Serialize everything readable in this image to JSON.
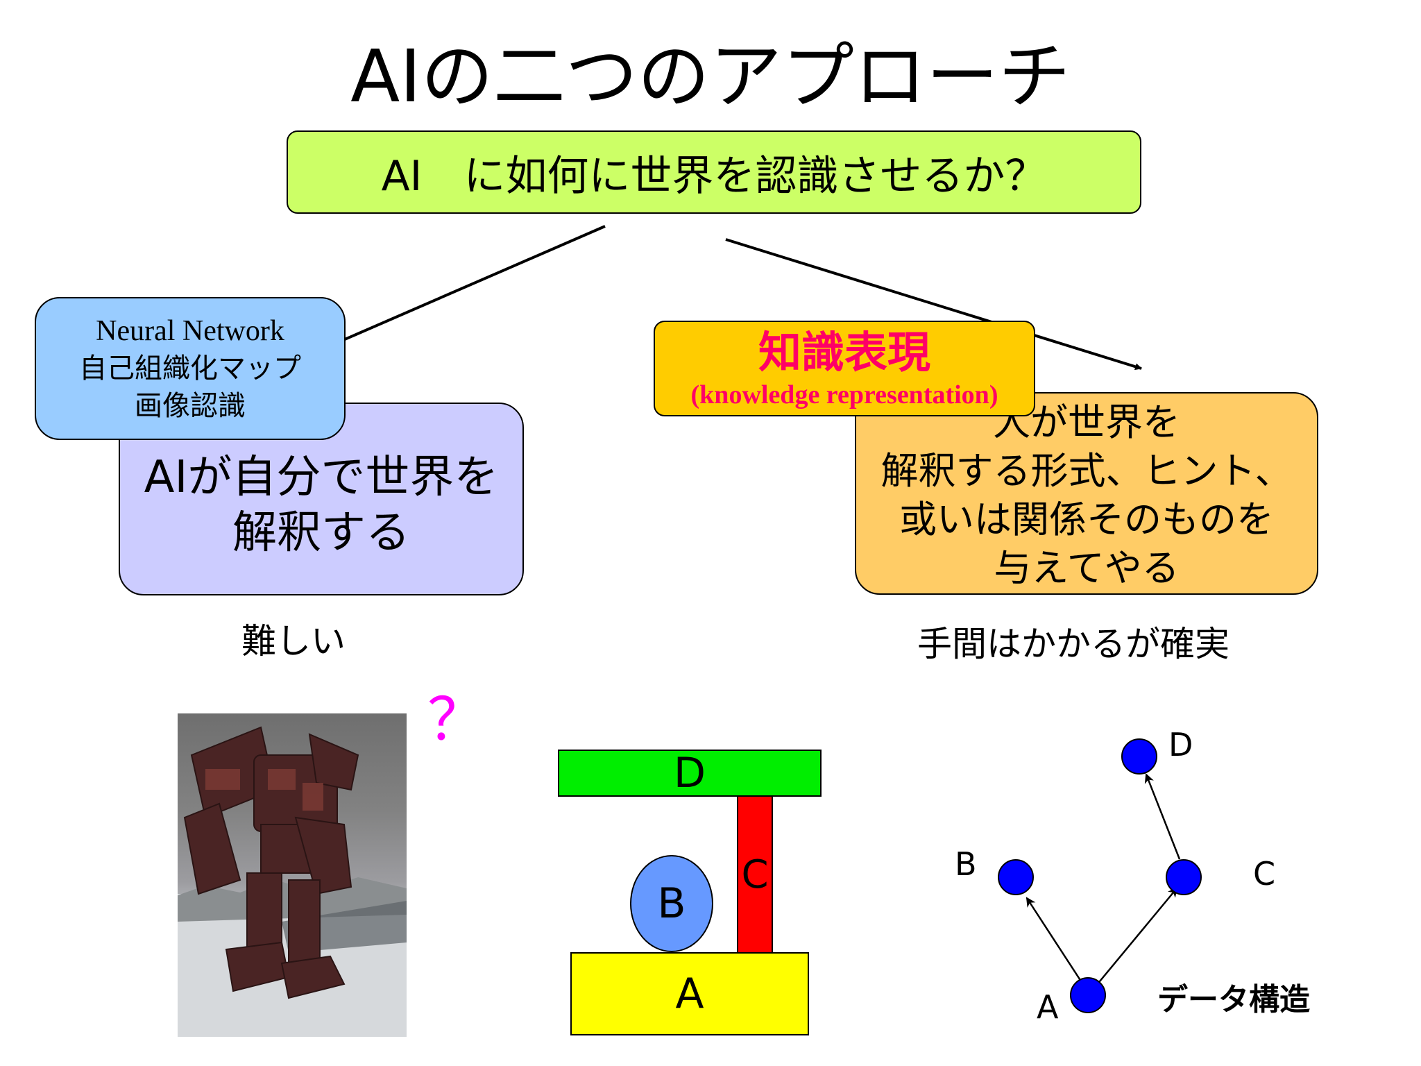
{
  "title": "AIの二つのアプローチ",
  "question": "AI　に如何に世界を認識させるか？",
  "left_box": {
    "line1": "AIが自分で世界を",
    "line2": "解釈する"
  },
  "nn_box": {
    "line1": "Neural Network",
    "line2": "自己組織化マップ",
    "line3": "画像認識"
  },
  "knowledge_box": {
    "main": "知識表現",
    "sub": "(knowledge representation)"
  },
  "right_box": {
    "line1": "人が世界を",
    "line2": "解釈する形式、ヒント、",
    "line3": "或いは関係そのものを",
    "line4": "与えてやる"
  },
  "left_note": "難しい",
  "right_note": "手間はかかるが確実",
  "question_mark": "？",
  "blocks": {
    "d": "D",
    "c": "C",
    "b": "B",
    "a": "A"
  },
  "graph": {
    "nodes": {
      "a": "A",
      "b": "B",
      "c": "C",
      "d": "D"
    },
    "caption": "データ構造"
  },
  "colors": {
    "question_box": "#ccff66",
    "left_box": "#ccccff",
    "nn_box": "#99ccff",
    "right_box": "#ffcc66",
    "knowledge_box": "#ffcc00",
    "knowledge_text": "#ff0066",
    "question_mark": "#ff00ff",
    "block_d": "#00ee00",
    "block_c": "#ff0000",
    "block_b": "#6699ff",
    "block_a": "#ffff00",
    "graph_node": "#0000ff"
  }
}
